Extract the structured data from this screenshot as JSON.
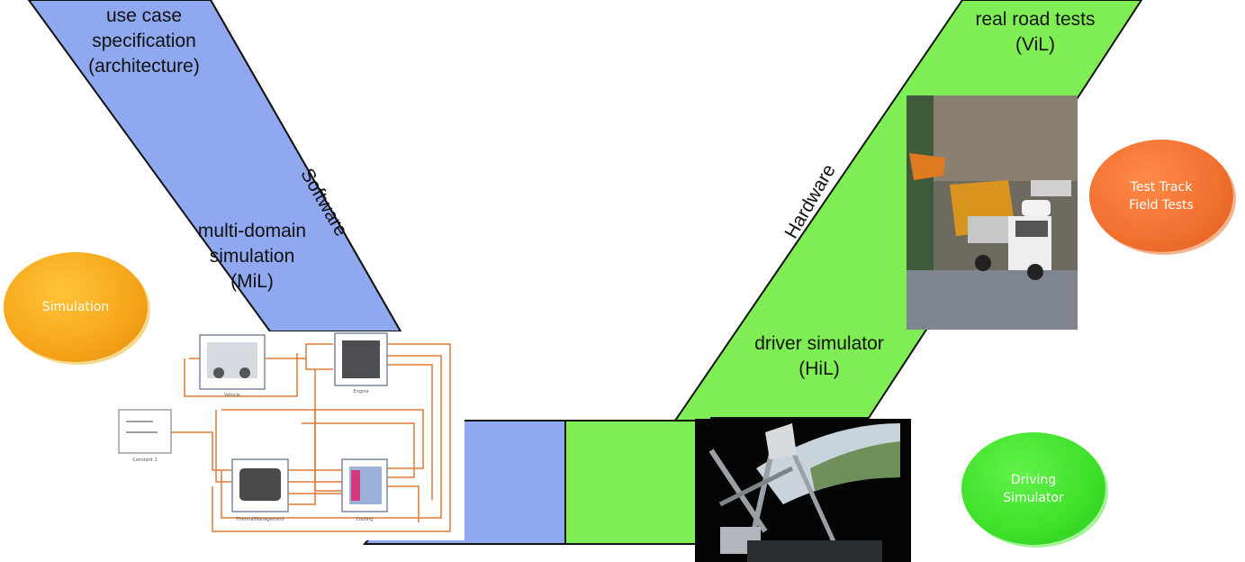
{
  "labels": {
    "use_case": [
      "use case",
      "specification",
      "(architecture)"
    ],
    "multi_domain": [
      "multi-domain",
      "simulation",
      "(MiL)"
    ],
    "real_road": [
      "real road tests",
      "(ViL)"
    ],
    "driver_sim": [
      "driver simulator",
      "(HiL)"
    ],
    "software": "Software",
    "hardware": "Hardware"
  },
  "badges": {
    "simulation": {
      "text": "Simulation",
      "color": "#f6a51a"
    },
    "test_track": {
      "line1": "Test Track",
      "line2": "Field Tests",
      "color": "#f07030"
    },
    "driving_sim": {
      "line1": "Driving",
      "line2": "Simulator",
      "color": "#3ee02a"
    }
  },
  "colors": {
    "software_band": "#8fa8f0",
    "hardware_band": "#7fee55",
    "wire": "#e07a35"
  },
  "schematic": {
    "blocks": [
      "Vehicle",
      "Engine",
      "Constant 1",
      "ThermalManagement",
      "Cooling"
    ]
  }
}
